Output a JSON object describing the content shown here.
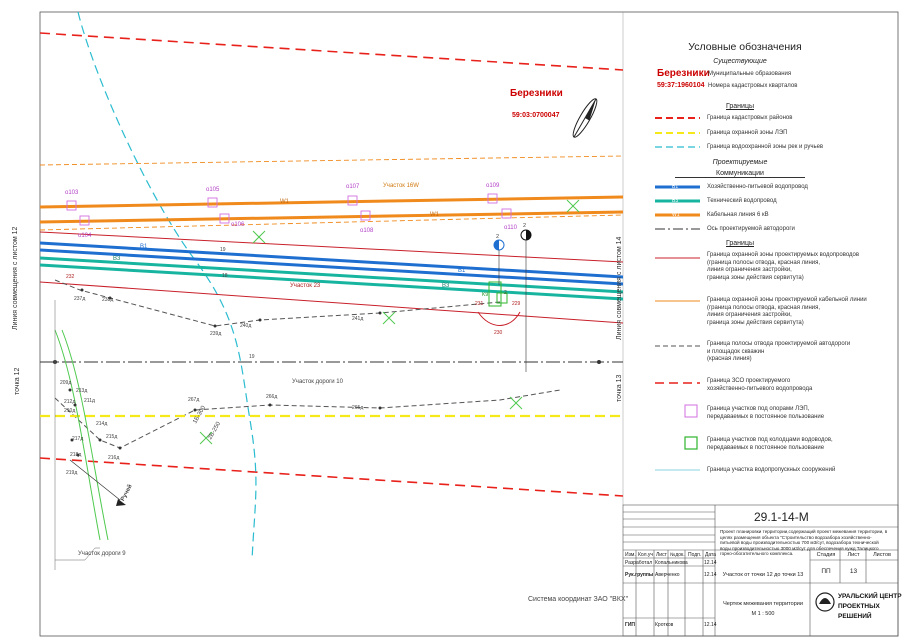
{
  "map": {
    "place_name": "Березники",
    "cadastral_number": "59:03:0700047",
    "left_edge_label": "Линия совмещения с листом 12",
    "right_edge_label": "Линия совмещения с листом 14",
    "left_point": "точка 12",
    "right_point": "точка 13",
    "coord_system": "Система координат ЗАО \"ВКХ\"",
    "labels": {
      "plot_16w": "Участок 16W",
      "plot_23": "Участок 23",
      "road_10": "Участок дороги 10",
      "road_9": "Участок дороги 9",
      "river": "Ручей"
    },
    "line_tags": {
      "w1_a": "W1",
      "w1_b": "W1",
      "b1_a": "B1",
      "b1_b": "B1",
      "b3_a": "B3",
      "b3_b": "B3"
    },
    "ids_top": [
      "о103",
      "о105",
      "о107",
      "о109"
    ],
    "ids_bottom": [
      "о104",
      "о106",
      "о108",
      "о110"
    ],
    "points": [
      "237д",
      "238д",
      "239д",
      "240д",
      "241д",
      "232",
      "231",
      "230",
      "229",
      "19",
      "18",
      "267д",
      "266д",
      "265д",
      "219д",
      "218д",
      "217д",
      "216д",
      "215д",
      "214д",
      "213д",
      "212д",
      "211д",
      "210д",
      "209д",
      "2",
      "19",
      "K9"
    ],
    "pole_nums": [
      "2",
      "2"
    ],
    "pipe_tag": "1Б-300",
    "pipe_tag2": "2Б-250"
  },
  "legend": {
    "title": "Условные обозначения",
    "existing": "Существующие",
    "muni_name": "Березники",
    "muni_desc": "Муниципальные образования",
    "cad_num": "59:37:1960104",
    "cad_desc": "Номера кадастровых кварталов",
    "borders": "Границы",
    "items_existing": [
      {
        "text": "Граница кадастровых районов",
        "color": "#e8211b"
      },
      {
        "text": "Граница охранной зоны ЛЭП",
        "color": "#f5e91a"
      },
      {
        "text": "Граница водоохранной зоны рек и ручьев",
        "color": "#2bbcd0"
      }
    ],
    "projected": "Проектируемые",
    "communications": "Коммуникации",
    "items_comm": [
      {
        "text": "Хозяйственно-питьевой водопровод",
        "color": "#1f6fd1",
        "tag": "B1"
      },
      {
        "text": "Технический водопровод",
        "color": "#17b5a0",
        "tag": "B3"
      },
      {
        "text": "Кабельная линия 6 кВ",
        "color": "#f08a1c",
        "tag": "W1"
      },
      {
        "text": "Ось проектируемой автодороги",
        "color": "#333333",
        "tag": ""
      }
    ],
    "borders2": "Границы",
    "items_proj": [
      {
        "text": "Граница охранной зоны проектируемых водопроводов\n(граница полосы отвода, красная линия,\nлиния ограничения застройки,\nграница зоны действия сервитута)"
      },
      {
        "text": "Граница охранной зоны проектируемой кабельной линии\n(граница полосы отвода, красная линия,\nлиния ограничения застройки,\nграница зоны действия сервитута)"
      },
      {
        "text": "Граница полосы отвода проектируемой автодороги\nи площадок скважин\n(красная линия)"
      },
      {
        "text": "Граница ЗСО проектируемого\nхозяйственно-питьевого водопровода"
      },
      {
        "text": "Граница участков под опорами ЛЭП,\nпередаваемых в постоянное пользование"
      },
      {
        "text": "Граница участков под колодцами водоводов,\nпередаваемых в постоянное пользование"
      },
      {
        "text": "Граница участка водопропускных сооружений"
      }
    ]
  },
  "title_block": {
    "code": "29.1-14-М",
    "description": "Проект планировки территории,содержащий проект межевания территории, в целях размещения объекта \"Строительство водозабора хозяйственно-питьевой воды производительностью 700 м3/сут, водозабора технической воды производительностью 3000 м3/сут для обеспечения нужд Талицкого горно-обогатительного комплекса.",
    "headers": [
      "Изм.",
      "Кол.уч",
      "Лист",
      "№док.",
      "Подп.",
      "Дата"
    ],
    "rows": [
      {
        "role": "Разработал",
        "name": "Копальникова",
        "date": "12.14"
      },
      {
        "role": "Рук.группы",
        "name": "Аверченко",
        "date": "12.14"
      },
      {
        "role": "ГИП",
        "name": "Кротков",
        "date": "12.14"
      }
    ],
    "section": "Участок от точки 12 до точки 13",
    "stage_hdr": "Стадия",
    "sheet_hdr": "Лист",
    "sheets_hdr": "Листов",
    "stage": "ПП",
    "sheet": "13",
    "sheets": "",
    "drawing": "Чертеж межевания территории",
    "scale": "М 1 : 500",
    "company": "УРАЛЬСКИЙ ЦЕНТР\nПРОЕКТНЫХ РЕШЕНИЙ"
  }
}
